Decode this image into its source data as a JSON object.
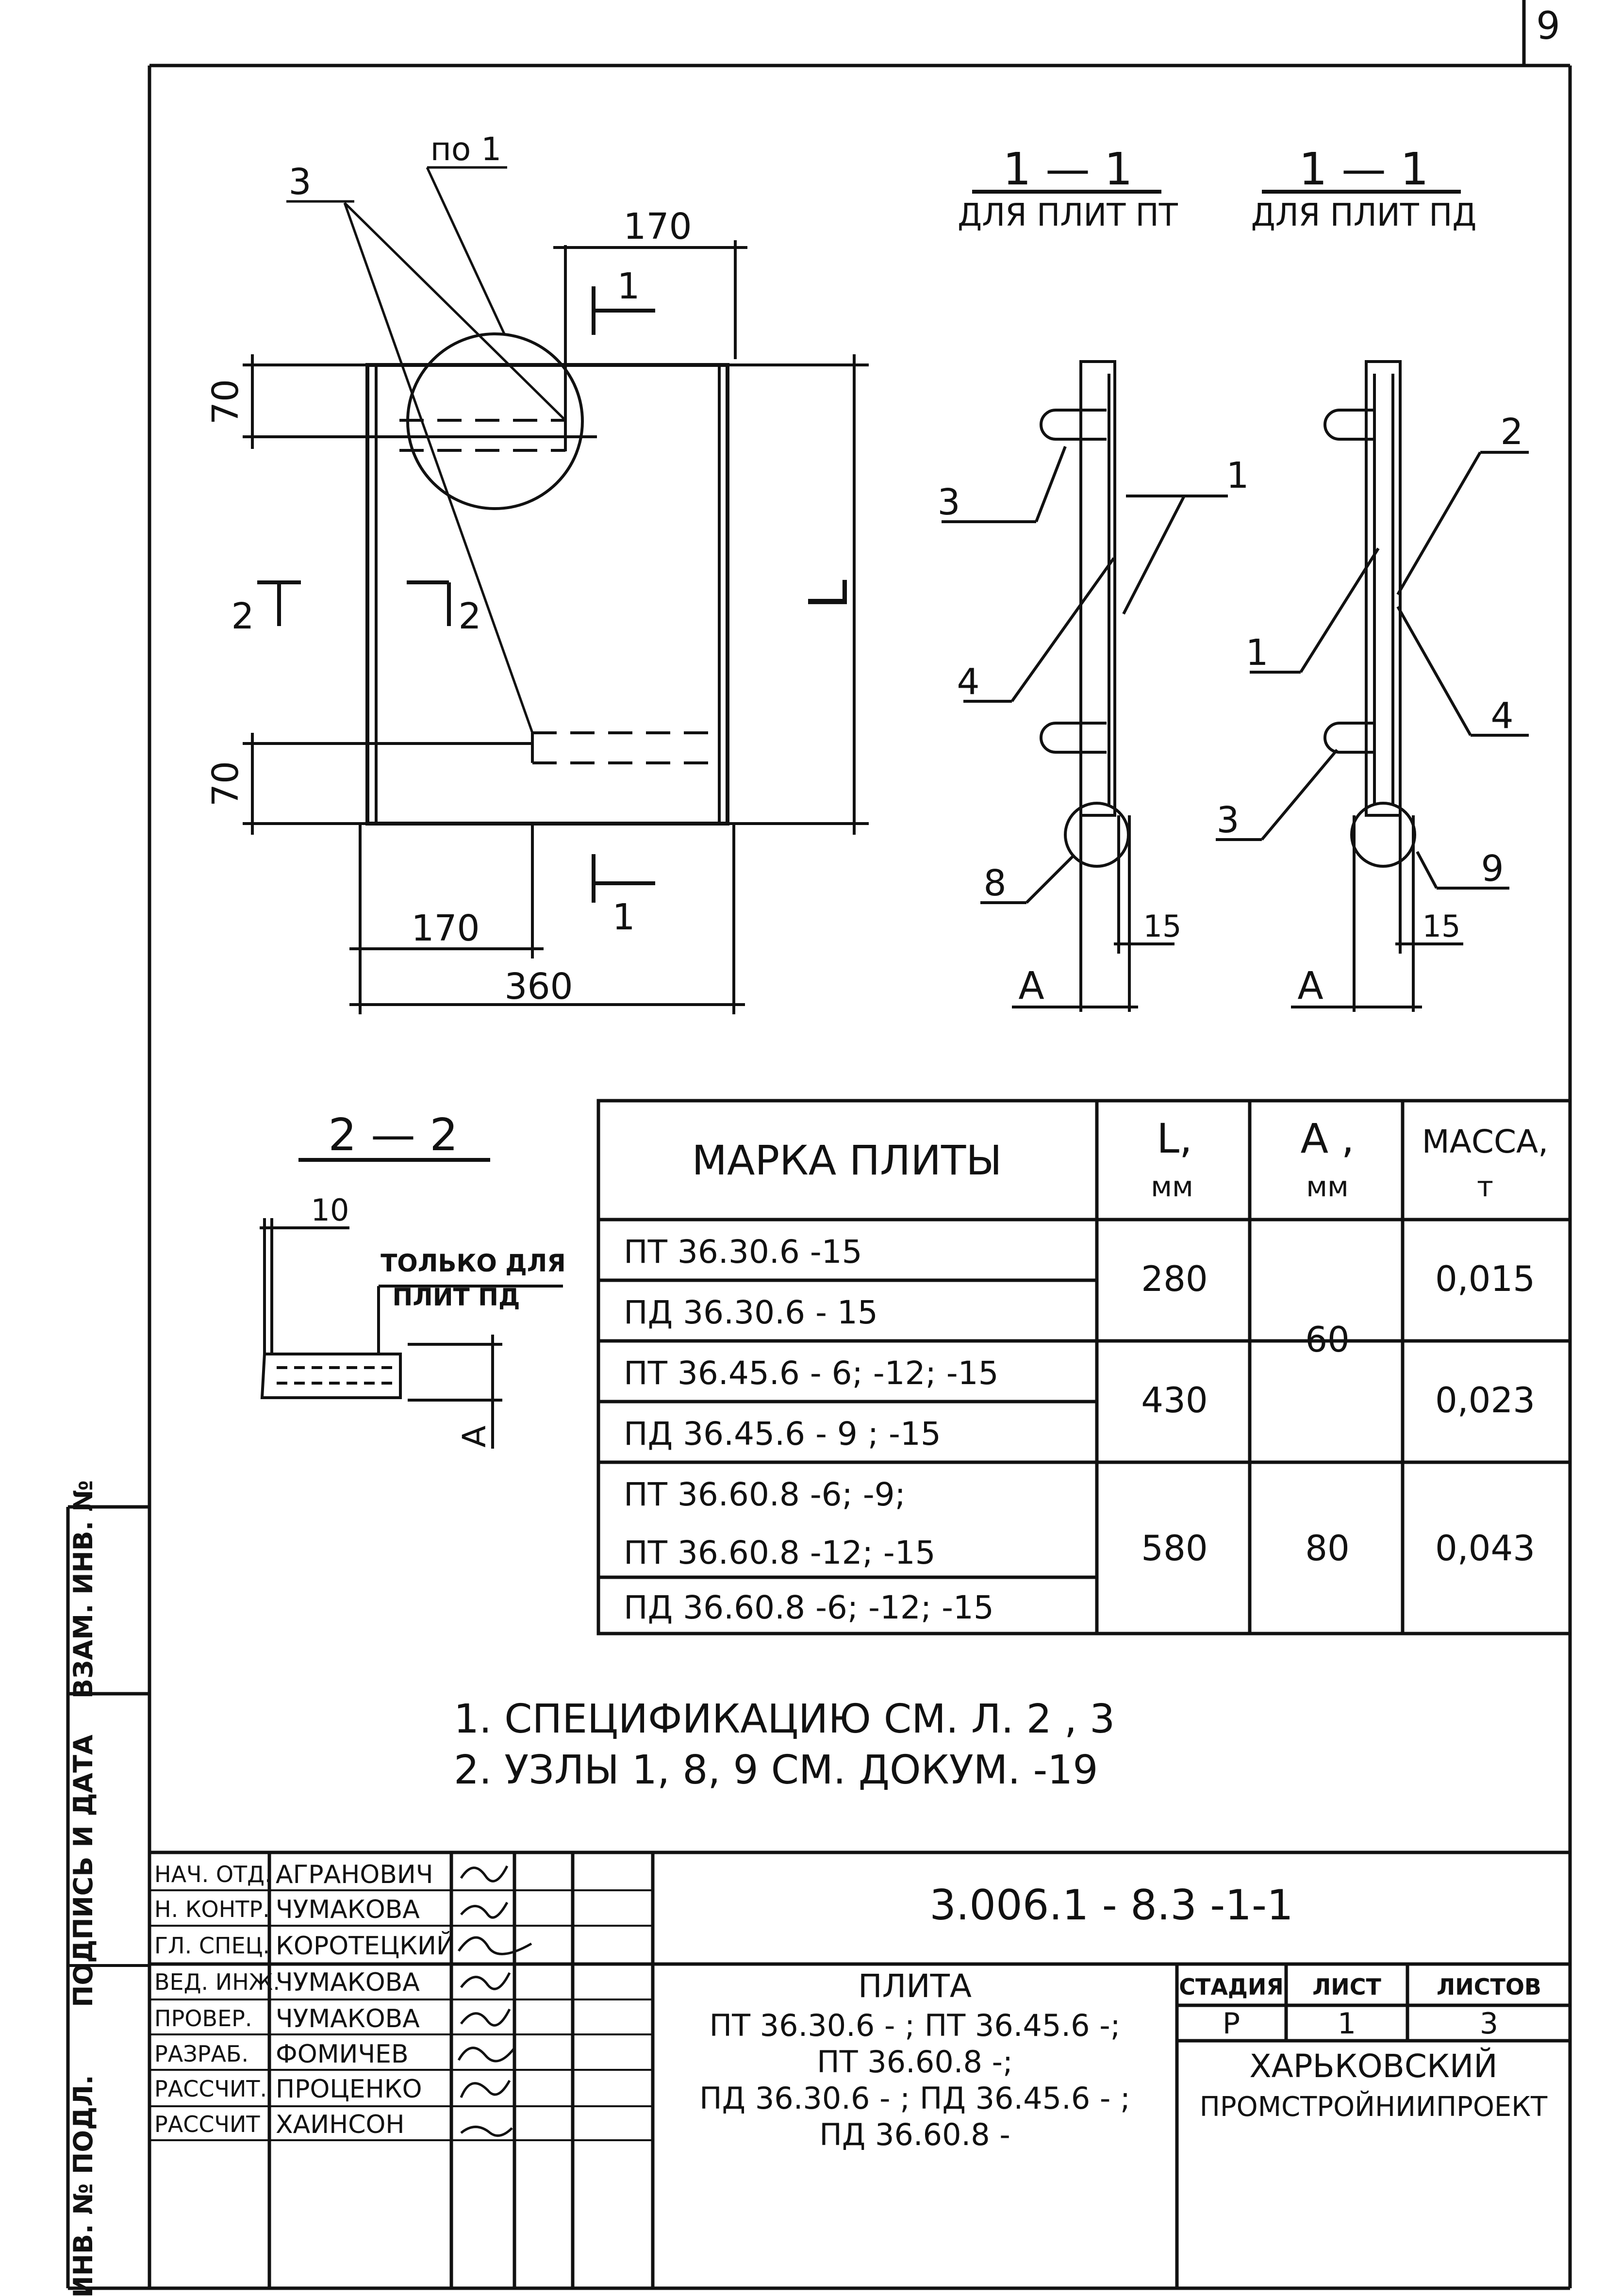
{
  "sheet_number": "9",
  "plan_view": {
    "dim_top": "170",
    "dim_bottom_inner": "170",
    "dim_bottom_total": "360",
    "dim_side_top": "70",
    "dim_side_bottom": "70",
    "dim_length": "L",
    "leader_3": "3",
    "leader_po1": "по 1",
    "cut_1_top": "1",
    "cut_1_bottom": "1",
    "cut_2_left": "2",
    "cut_2_right": "2"
  },
  "section_pt": {
    "title": "1 — 1",
    "subtitle": "ДЛЯ ПЛИТ ПТ",
    "label_1": "1",
    "label_3": "3",
    "label_4": "4",
    "label_8": "8",
    "dim_15": "15",
    "dim_a": "А"
  },
  "section_pd": {
    "title": "1 — 1",
    "subtitle": "ДЛЯ ПЛИТ ПД",
    "label_1": "1",
    "label_2": "2",
    "label_3": "3",
    "label_4": "4",
    "label_9": "9",
    "dim_15": "15",
    "dim_a": "А"
  },
  "section_22": {
    "title": "2 — 2",
    "dim_10": "10",
    "note_line1": "ТОЛЬКО ДЛЯ",
    "note_line2": "ПЛИТ ПД",
    "dim_a": "А"
  },
  "table": {
    "headers": {
      "mark": "МАРКА ПЛИТЫ",
      "l": "L,",
      "l_unit": "мм",
      "a": "А ,",
      "a_unit": "мм",
      "mass": "МАССА,",
      "mass_unit": "т"
    },
    "marks": [
      "ПТ 36.30.6 -15",
      "ПД 36.30.6 - 15",
      "ПТ 36.45.6 - 6; -12; -15",
      "ПД 36.45.6 - 9 ; -15",
      "ПТ 36.60.8 -6; -9;",
      "ПТ 36.60.8 -12; -15",
      "ПД 36.60.8 -6; -12; -15"
    ],
    "l_values": [
      "280",
      "430",
      "580"
    ],
    "a_values": [
      "60",
      "80"
    ],
    "mass_values": [
      "0,015",
      "0,023",
      "0,043"
    ]
  },
  "notes": [
    "1. СПЕЦИФИКАЦИЮ  СМ. Л. 2 , 3",
    "2. УЗЛЫ  1, 8, 9  СМ.  ДОКУМ. -19"
  ],
  "side_stamp": {
    "inv_podl": "ИНВ. № ПОДЛ.",
    "podpis": "ПОДПИСЬ И ДАТА",
    "vzam": "ВЗАМ. ИНВ. №"
  },
  "title_block": {
    "roles": [
      "НАЧ. ОТД.",
      "Н. КОНТР.",
      "ГЛ. СПЕЦ.",
      "ВЕД. ИНЖ.",
      "ПРОВЕР.",
      "РАЗРАБ.",
      "РАССЧИТ.",
      "РАССЧИТ"
    ],
    "names": [
      "АГРАНОВИЧ",
      "ЧУМАКОВА",
      "КОРОТЕЦКИЙ",
      "ЧУМАКОВА",
      "ЧУМАКОВА",
      "ФОМИЧЕВ",
      "ПРОЦЕНКО",
      "ХАИНСОН"
    ],
    "designation": "3.006.1 - 8.3 -1-1",
    "product_title": "ПЛИТА",
    "product_lines": [
      "ПТ 36.30.6 - ; ПТ 36.45.6 -;",
      "ПТ 36.60.8 -;",
      "ПД 36.30.6 - ; ПД 36.45.6 - ;",
      "ПД 36.60.8 -"
    ],
    "stage_header": "СТАДИЯ",
    "sheet_header": "ЛИСТ",
    "sheets_header": "ЛИСТОВ",
    "stage_value": "Р",
    "sheet_value": "1",
    "sheets_value": "3",
    "org_line1": "ХАРЬКОВСКИЙ",
    "org_line2": "ПРОМСТРОЙНИИПРОЕКТ"
  },
  "colors": {
    "ink": "#111111",
    "paper": "#ffffff"
  }
}
